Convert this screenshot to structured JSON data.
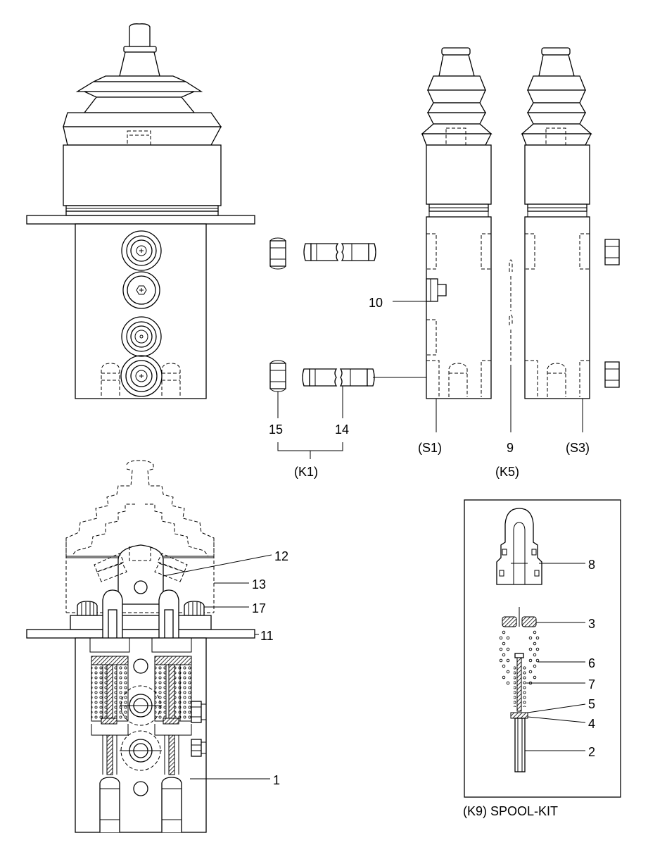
{
  "labels": {
    "p1": "1",
    "p2": "2",
    "p3": "3",
    "p4": "4",
    "p5": "5",
    "p6": "6",
    "p7": "7",
    "p8": "8",
    "p9": "9",
    "p10": "10",
    "p11": "11",
    "p12": "12",
    "p13": "13",
    "p14": "14",
    "p15": "15",
    "p17": "17"
  },
  "groups": {
    "k1": "(K1)",
    "k5": "(K5)",
    "s1": "(S1)",
    "s3": "(S3)"
  },
  "kit": {
    "caption": "(K9) SPOOL-KIT"
  }
}
